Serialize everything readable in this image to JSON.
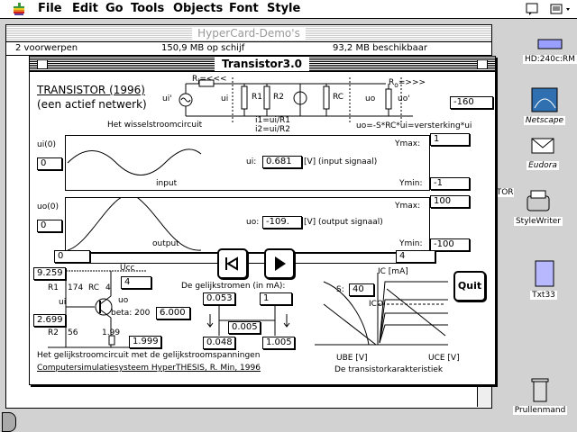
{
  "menubar": {
    "items": [
      "File",
      "Edit",
      "Go",
      "Tools",
      "Objects",
      "Font",
      "Style"
    ]
  },
  "finder": {
    "title": "HyperCard-Demo's",
    "items_count": "2 voorwerpen",
    "disk_used": "150,9 MB op schijf",
    "available": "93,2 MB beschikbaar",
    "peek_text": "STOR"
  },
  "card": {
    "window_title": "Transistor3.0",
    "heading": "TRANSISTOR (1996)",
    "subheading": "(een actief netwerk)",
    "ac_caption": "Het wisselstroomcircuit",
    "r1_label": "R",
    "r1_sub": "i",
    "r1_arrow": "=<<<",
    "ui_prime": "ui'",
    "ui_label": "ui",
    "r1": "R1",
    "r2": "R2",
    "rc": "RC",
    "uo_label": "uo",
    "ro_label": "R",
    "ro_sub": "o",
    "ro_arrow": "=>>>",
    "uo_prime": "uo'",
    "eq1": "i1=ui/R1",
    "eq2": "i2=ui/R2",
    "gain_formula": "uo=-S*RC*ui=versterking*ui",
    "gain_value": "-160",
    "ui0_label": "ui(0)",
    "ui0_value": "0",
    "ymax_label": "Ymax:",
    "ymax_input": "1",
    "ymin_label": "Ymin:",
    "ymin_input": "-1",
    "ui_readout_label": "ui:",
    "ui_readout": "0.681",
    "ui_unit": "[V]  (input signaal)",
    "input_caption": "input",
    "uo0_label": "uo(0)",
    "uo0_value": "0",
    "ymax2_input": "100",
    "ymin2_input": "-100",
    "uo_readout_label": "uo:",
    "uo_readout": "-109.",
    "uo_unit": "[V]  (output signaal)",
    "output_caption": "output",
    "scroll_start": "0",
    "scroll_end": "4",
    "dc_r1_value": "9.259",
    "dc_r1_label": "R1",
    "dc_r1_ohm": "174",
    "dc_rc_label": "RC",
    "dc_rc_ohm": "4",
    "ucc_label": "Ucc",
    "ucc_value": "4",
    "ui_small": "ui",
    "uo_small": "uo",
    "beta_label": "beta: 200",
    "beta_value": "6.000",
    "base_value": "2.699",
    "dc_r2_label": "R2",
    "dc_r2_ohm": "56",
    "emitter_value": "1.99",
    "collector_value": "1.999",
    "dc_caption": "Het gelijkstroomcircuit met de gelijkstroomspanningen",
    "credit": "Computersimulatiesysteem HyperTHESIS, R. Min, 1996",
    "currents_label": "De gelijkstromen (in mA):",
    "cur1": "0.053",
    "cur2": "1",
    "cur3": "0.005",
    "cur4": "0.048",
    "cur5": "1.005",
    "ic_label": "IC [mA]",
    "s_label": "S:",
    "s_value": "40",
    "ico_label": "ICO",
    "ube_label": "UBE [V]",
    "uce_label": "UCE [V]",
    "char_caption": "De transistorkarakteristiek",
    "quit_label": "Quit"
  },
  "desktop": {
    "hd": "HD:240c:RM",
    "netscape": "Netscape",
    "eudora": "Eudora",
    "stylewriter": "StyleWriter",
    "txt": "Txt33",
    "trash": "Prullenmand"
  }
}
